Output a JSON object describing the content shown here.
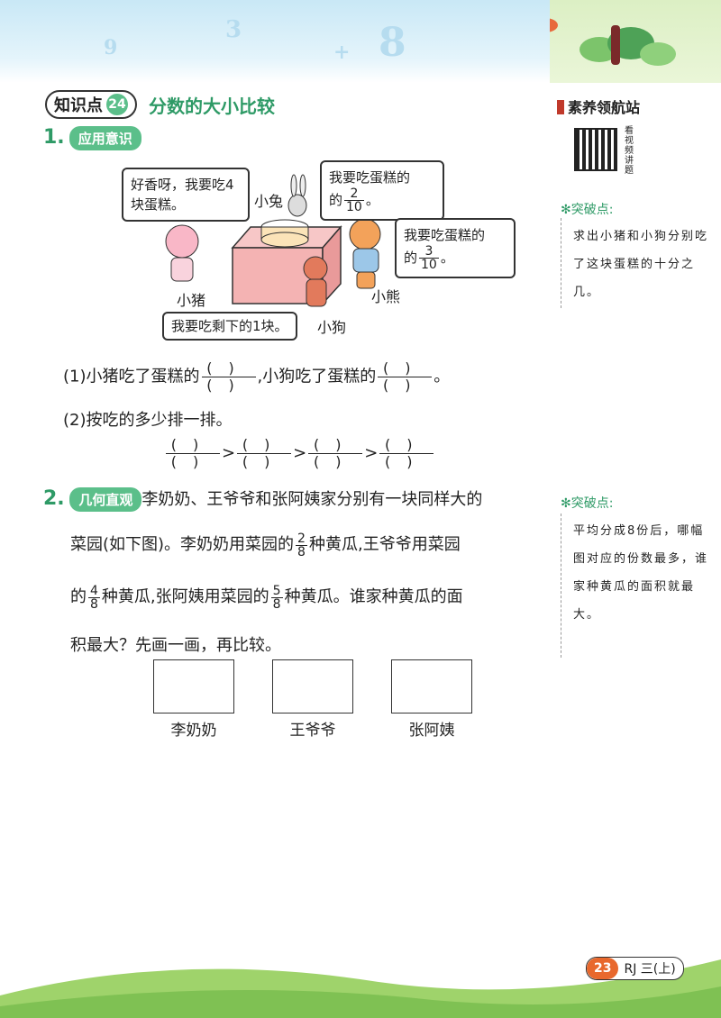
{
  "header": {
    "digits": [
      "9",
      "8",
      "3",
      "+"
    ],
    "knowledge_point_label": "知识点",
    "knowledge_point_num": "24",
    "title": "分数的大小比较"
  },
  "sidebar": {
    "title": "素养领航站",
    "qr_caption": "看视频讲题",
    "tip1_head": "突破点:",
    "tip1_body": "求出小猪和小狗分别吃了这块蛋糕的十分之几。",
    "tip2_head": "突破点:",
    "tip2_body": "平均分成8份后，哪幅图对应的份数最多，谁家种黄瓜的面积就最大。"
  },
  "q1": {
    "num": "1.",
    "tag": "应用意识",
    "bubble_pig": "好香呀，我要吃4块蛋糕。",
    "bubble_rabbit_prefix": "我要吃蛋糕的",
    "rabbit_frac_n": "2",
    "rabbit_frac_d": "10",
    "bubble_bear_prefix": "我要吃蛋糕的",
    "bear_frac_n": "3",
    "bear_frac_d": "10",
    "bubble_dog": "我要吃剩下的1块。",
    "end_mark": "。",
    "label_rabbit": "小兔",
    "label_pig": "小猪",
    "label_bear": "小熊",
    "label_dog": "小狗",
    "sub1_a": "(1)小猪吃了蛋糕的",
    "sub1_b": ",小狗吃了蛋糕的",
    "sub1_c": "。",
    "sub2": "(2)按吃的多少排一排。",
    "paren_open": "(",
    "paren_close": ")",
    "gt": ">"
  },
  "q2": {
    "num": "2.",
    "tag": "几何直观",
    "line1": "李奶奶、王爷爷和张阿姨家分别有一块同样大的",
    "line2a": "菜园(如下图)。李奶奶用菜园的",
    "frac1_n": "2",
    "frac1_d": "8",
    "line2b": "种黄瓜,王爷爷用菜园",
    "line3a": "的",
    "frac2_n": "4",
    "frac2_d": "8",
    "line3b": "种黄瓜,张阿姨用菜园的",
    "frac3_n": "5",
    "frac3_d": "8",
    "line3c": "种黄瓜。谁家种黄瓜的面",
    "line4": "积最大？先画一画，再比较。",
    "labels": [
      "李奶奶",
      "王爷爷",
      "张阿姨"
    ]
  },
  "footer": {
    "page": "23",
    "edition": "RJ 三(上)"
  }
}
